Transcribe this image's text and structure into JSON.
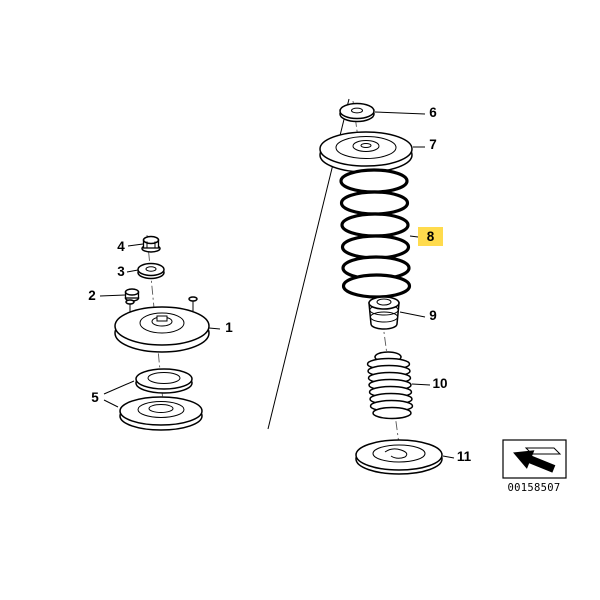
{
  "diagram": {
    "callouts": [
      {
        "label": "1"
      },
      {
        "label": "2"
      },
      {
        "label": "3"
      },
      {
        "label": "4"
      },
      {
        "label": "5"
      },
      {
        "label": "6"
      },
      {
        "label": "7"
      },
      {
        "label": "8"
      },
      {
        "label": "9"
      },
      {
        "label": "10"
      },
      {
        "label": "11"
      }
    ],
    "highlight": {
      "callout": "8",
      "color": "#ffdb4d"
    },
    "parts": {
      "1": "strut-top-mount",
      "2": "nut",
      "3": "washer-bearing",
      "4": "self-locking-nut",
      "5": "support-bearing-and-spring-seat",
      "6": "washer-cap",
      "7": "upper-spring-plate",
      "8": "coil-spring",
      "9": "bump-stop",
      "10": "dust-boot",
      "11": "lower-spring-pad"
    }
  },
  "footer": {
    "part_number": "00158507"
  }
}
